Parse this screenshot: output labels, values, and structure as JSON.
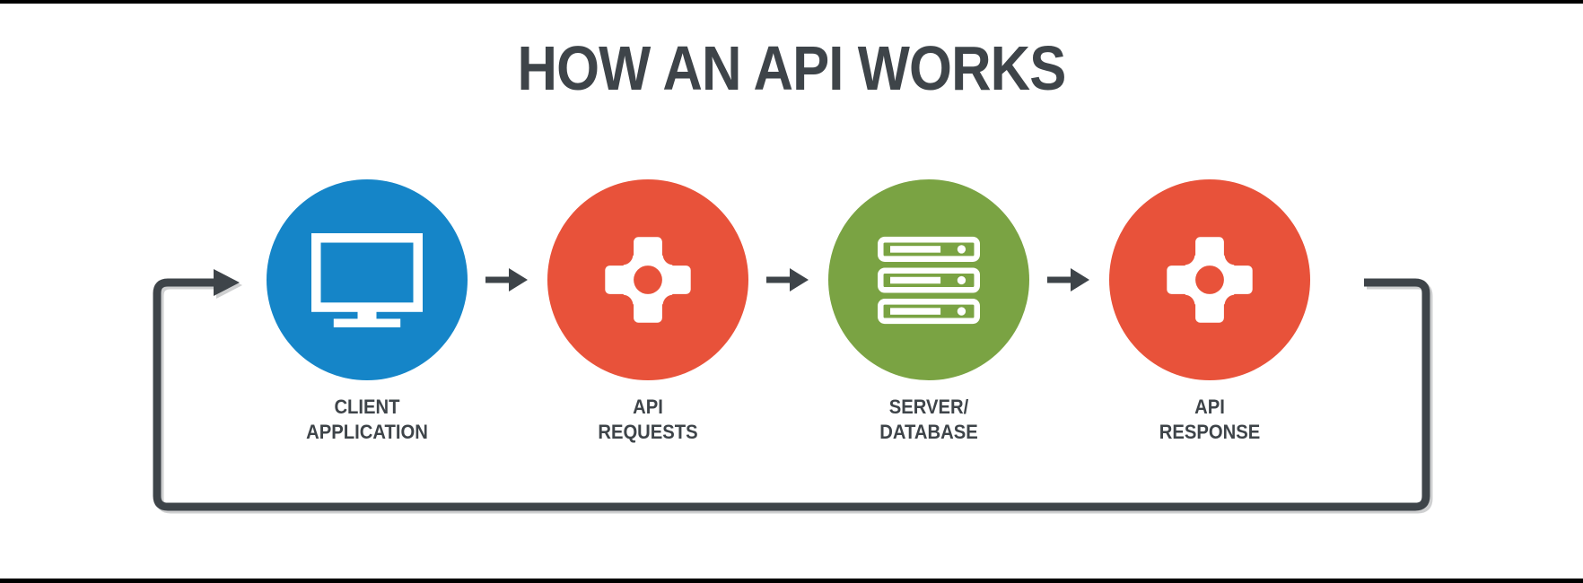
{
  "title": "HOW AN API WORKS",
  "colors": {
    "background": "#ffffff",
    "frame_bar": "#000000",
    "dark": "#3e4449",
    "client_blue": "#1585c8",
    "api_red": "#e8523a",
    "server_green": "#7aa343",
    "icon_white": "#ffffff"
  },
  "flow": {
    "direction": "left-to-right with bottom return loop",
    "nodes": [
      {
        "id": "client-application",
        "label": "CLIENT\nAPPLICATION",
        "icon": "monitor-icon",
        "color": "#1585c8"
      },
      {
        "id": "api-requests",
        "label": "API\nREQUESTS",
        "icon": "gear-icon",
        "color": "#e8523a"
      },
      {
        "id": "server-database",
        "label": "SERVER/\nDATABASE",
        "icon": "server-rack-icon",
        "color": "#7aa343"
      },
      {
        "id": "api-response",
        "label": "API\nRESPONSE",
        "icon": "gear-icon",
        "color": "#e8523a"
      }
    ],
    "connectors": [
      {
        "from": "client-application",
        "to": "api-requests",
        "icon": "arrow-right-icon"
      },
      {
        "from": "api-requests",
        "to": "server-database",
        "icon": "arrow-right-icon"
      },
      {
        "from": "server-database",
        "to": "api-response",
        "icon": "arrow-right-icon"
      },
      {
        "from": "api-response",
        "to": "client-application",
        "icon": "return-loop-arrow"
      }
    ]
  }
}
